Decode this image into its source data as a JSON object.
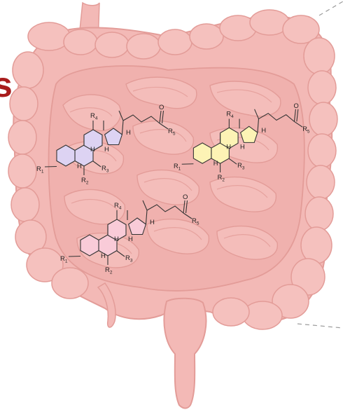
{
  "heading_fragment": "s",
  "colors": {
    "background": "#ffffff",
    "intestine_fill": "#f3b9b6",
    "intestine_outline": "#e39c98",
    "intestine_shade": "#e8a3a0",
    "heading": "#a81c1c",
    "bond": "#333333",
    "ring_highlight_1": "#ddd3f3",
    "ring_highlight_2": "#fdf3b5",
    "ring_highlight_3": "#f9cbd8",
    "dashed_line": "#999999"
  },
  "molecules": [
    {
      "name": "bile-acid-structure-lavender",
      "ring_color": "#ddd3f3",
      "labels": {
        "r1": "R",
        "r1_sub": "1",
        "r2": "R",
        "r2_sub": "2",
        "r3": "R",
        "r3_sub": "3",
        "r4": "R",
        "r4_sub": "4",
        "r5": "R",
        "r5_sub": "5",
        "o": "O",
        "h1": "H",
        "h2": "H",
        "h3": "H",
        "h4": "H"
      }
    },
    {
      "name": "bile-acid-structure-yellow",
      "ring_color": "#fdf3b5",
      "labels": {
        "r1": "R",
        "r1_sub": "1",
        "r2": "R",
        "r2_sub": "2",
        "r3": "R",
        "r3_sub": "3",
        "r4": "R",
        "r4_sub": "4",
        "r5": "R",
        "r5_sub": "5",
        "o": "O",
        "h1": "H",
        "h2": "H",
        "h3": "H",
        "h4": "H"
      }
    },
    {
      "name": "bile-acid-structure-pink",
      "ring_color": "#f9cbd8",
      "labels": {
        "r1": "R",
        "r1_sub": "1",
        "r2": "R",
        "r2_sub": "2",
        "r3": "R",
        "r3_sub": "3",
        "r4": "R",
        "r4_sub": "4",
        "r5": "R",
        "r5_sub": "5",
        "o": "O",
        "h1": "H",
        "h2": "H",
        "h3": "H",
        "h4": "H"
      }
    }
  ]
}
